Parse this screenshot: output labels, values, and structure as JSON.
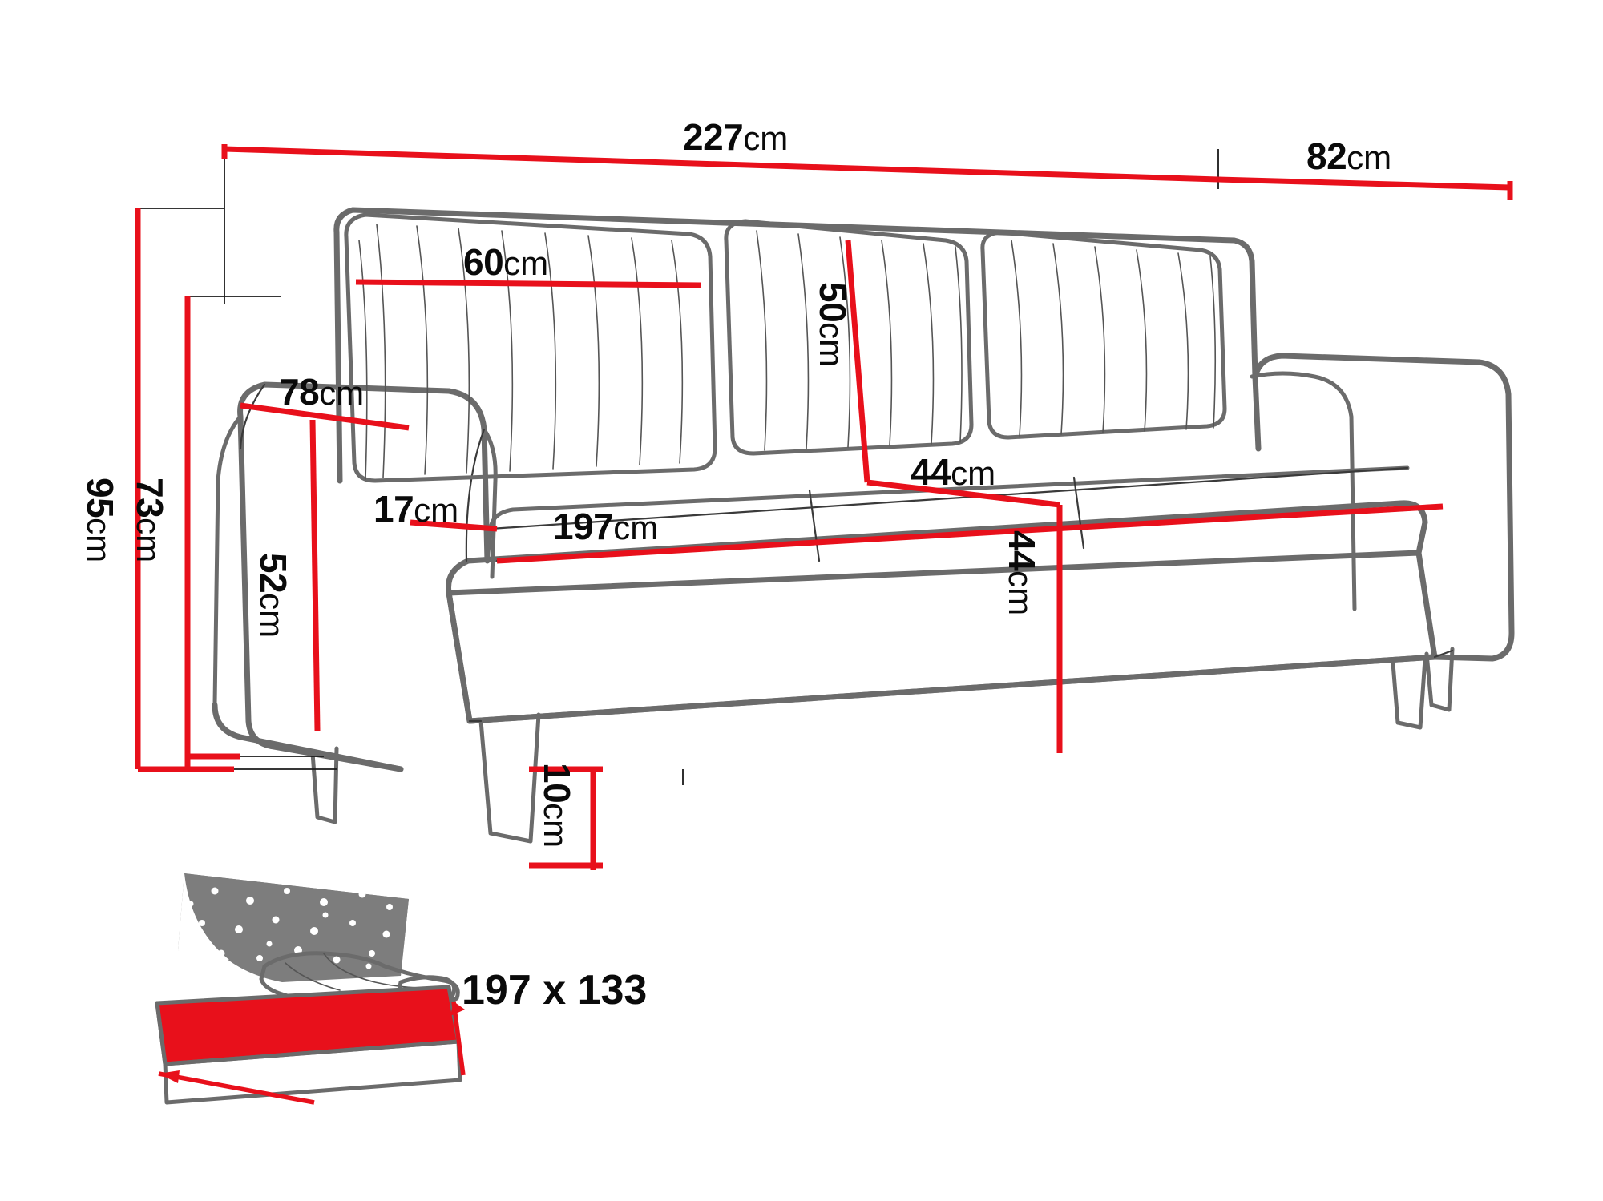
{
  "diagram": {
    "title": "Sofa bed dimension drawing",
    "unit": "cm",
    "colors": {
      "dimension_line": "#e8101b",
      "outline": "#6b6b6b",
      "detail_line": "#3a3a3a",
      "bed_icon_fabric": "#7d7d7d",
      "bed_icon_mattress": "#e8101b",
      "background": "#ffffff"
    }
  },
  "dimensions": {
    "overall_width": {
      "num": "227",
      "unit": "cm",
      "name": "overall-width"
    },
    "overall_depth": {
      "num": "82",
      "unit": "cm",
      "name": "overall-depth"
    },
    "backrest_cushion_width": {
      "num": "60",
      "unit": "cm",
      "name": "backrest-cushion-width"
    },
    "backrest_height": {
      "num": "50",
      "unit": "cm",
      "name": "backrest-height"
    },
    "seat_depth": {
      "num": "44",
      "unit": "cm",
      "name": "seat-depth"
    },
    "armrest_depth": {
      "num": "78",
      "unit": "cm",
      "name": "armrest-depth"
    },
    "armrest_thickness": {
      "num": "17",
      "unit": "cm",
      "name": "armrest-thickness"
    },
    "seat_width": {
      "num": "197",
      "unit": "cm",
      "name": "seat-width"
    },
    "seat_height": {
      "num": "44",
      "unit": "cm",
      "name": "seat-height"
    },
    "total_height": {
      "num": "95",
      "unit": "cm",
      "name": "total-height"
    },
    "back_height": {
      "num": "73",
      "unit": "cm",
      "name": "back-height"
    },
    "armrest_height": {
      "num": "52",
      "unit": "cm",
      "name": "armrest-height"
    },
    "leg_height": {
      "num": "10",
      "unit": "cm",
      "name": "leg-height"
    }
  },
  "sleeping_area": {
    "label": "197 x 133",
    "width": "197",
    "length": "133",
    "separator": "x"
  }
}
